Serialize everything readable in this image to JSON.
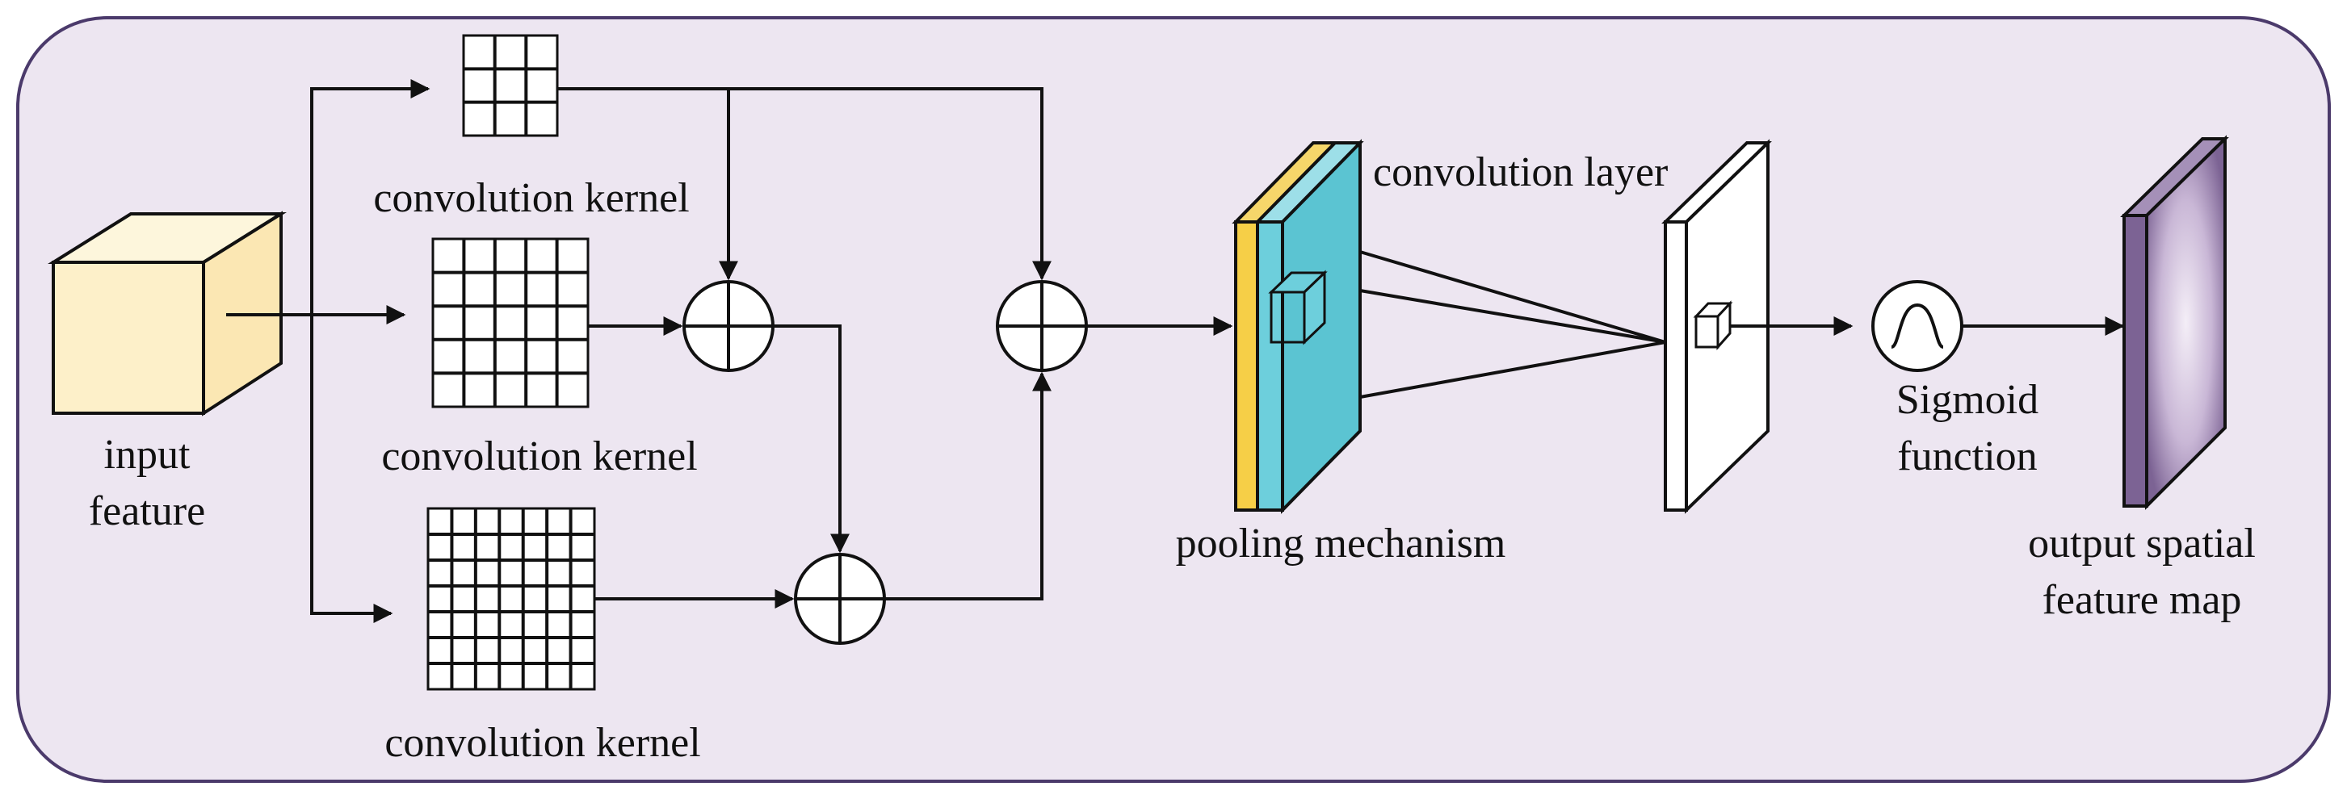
{
  "labels": {
    "input_feature_line1": "input",
    "input_feature_line2": "feature",
    "kernel_top": "convolution kernel",
    "kernel_mid": "convolution kernel",
    "kernel_bottom": "convolution kernel",
    "pooling": "pooling mechanism",
    "conv_layer": "convolution layer",
    "sigmoid_line1": "Sigmoid",
    "sigmoid_line2": "function",
    "output_line1": "output spatial",
    "output_line2": "feature map"
  },
  "kernels": {
    "top_grid_size": 3,
    "mid_grid_size": 5,
    "bottom_grid_size": 7
  },
  "colors": {
    "panel_fill": "#ede6f1",
    "panel_border": "#4b3a6b",
    "cube_fill": "#fdf0c9",
    "cube_side": "#fbe7b3",
    "pool_yellow": "#f6cf47",
    "pool_cyan": "#6dcfdc",
    "output_purple": "#7c6394"
  },
  "icons": {
    "sum_node": "circle-plus-icon",
    "sigmoid_node": "sigmoid-wave-icon"
  }
}
